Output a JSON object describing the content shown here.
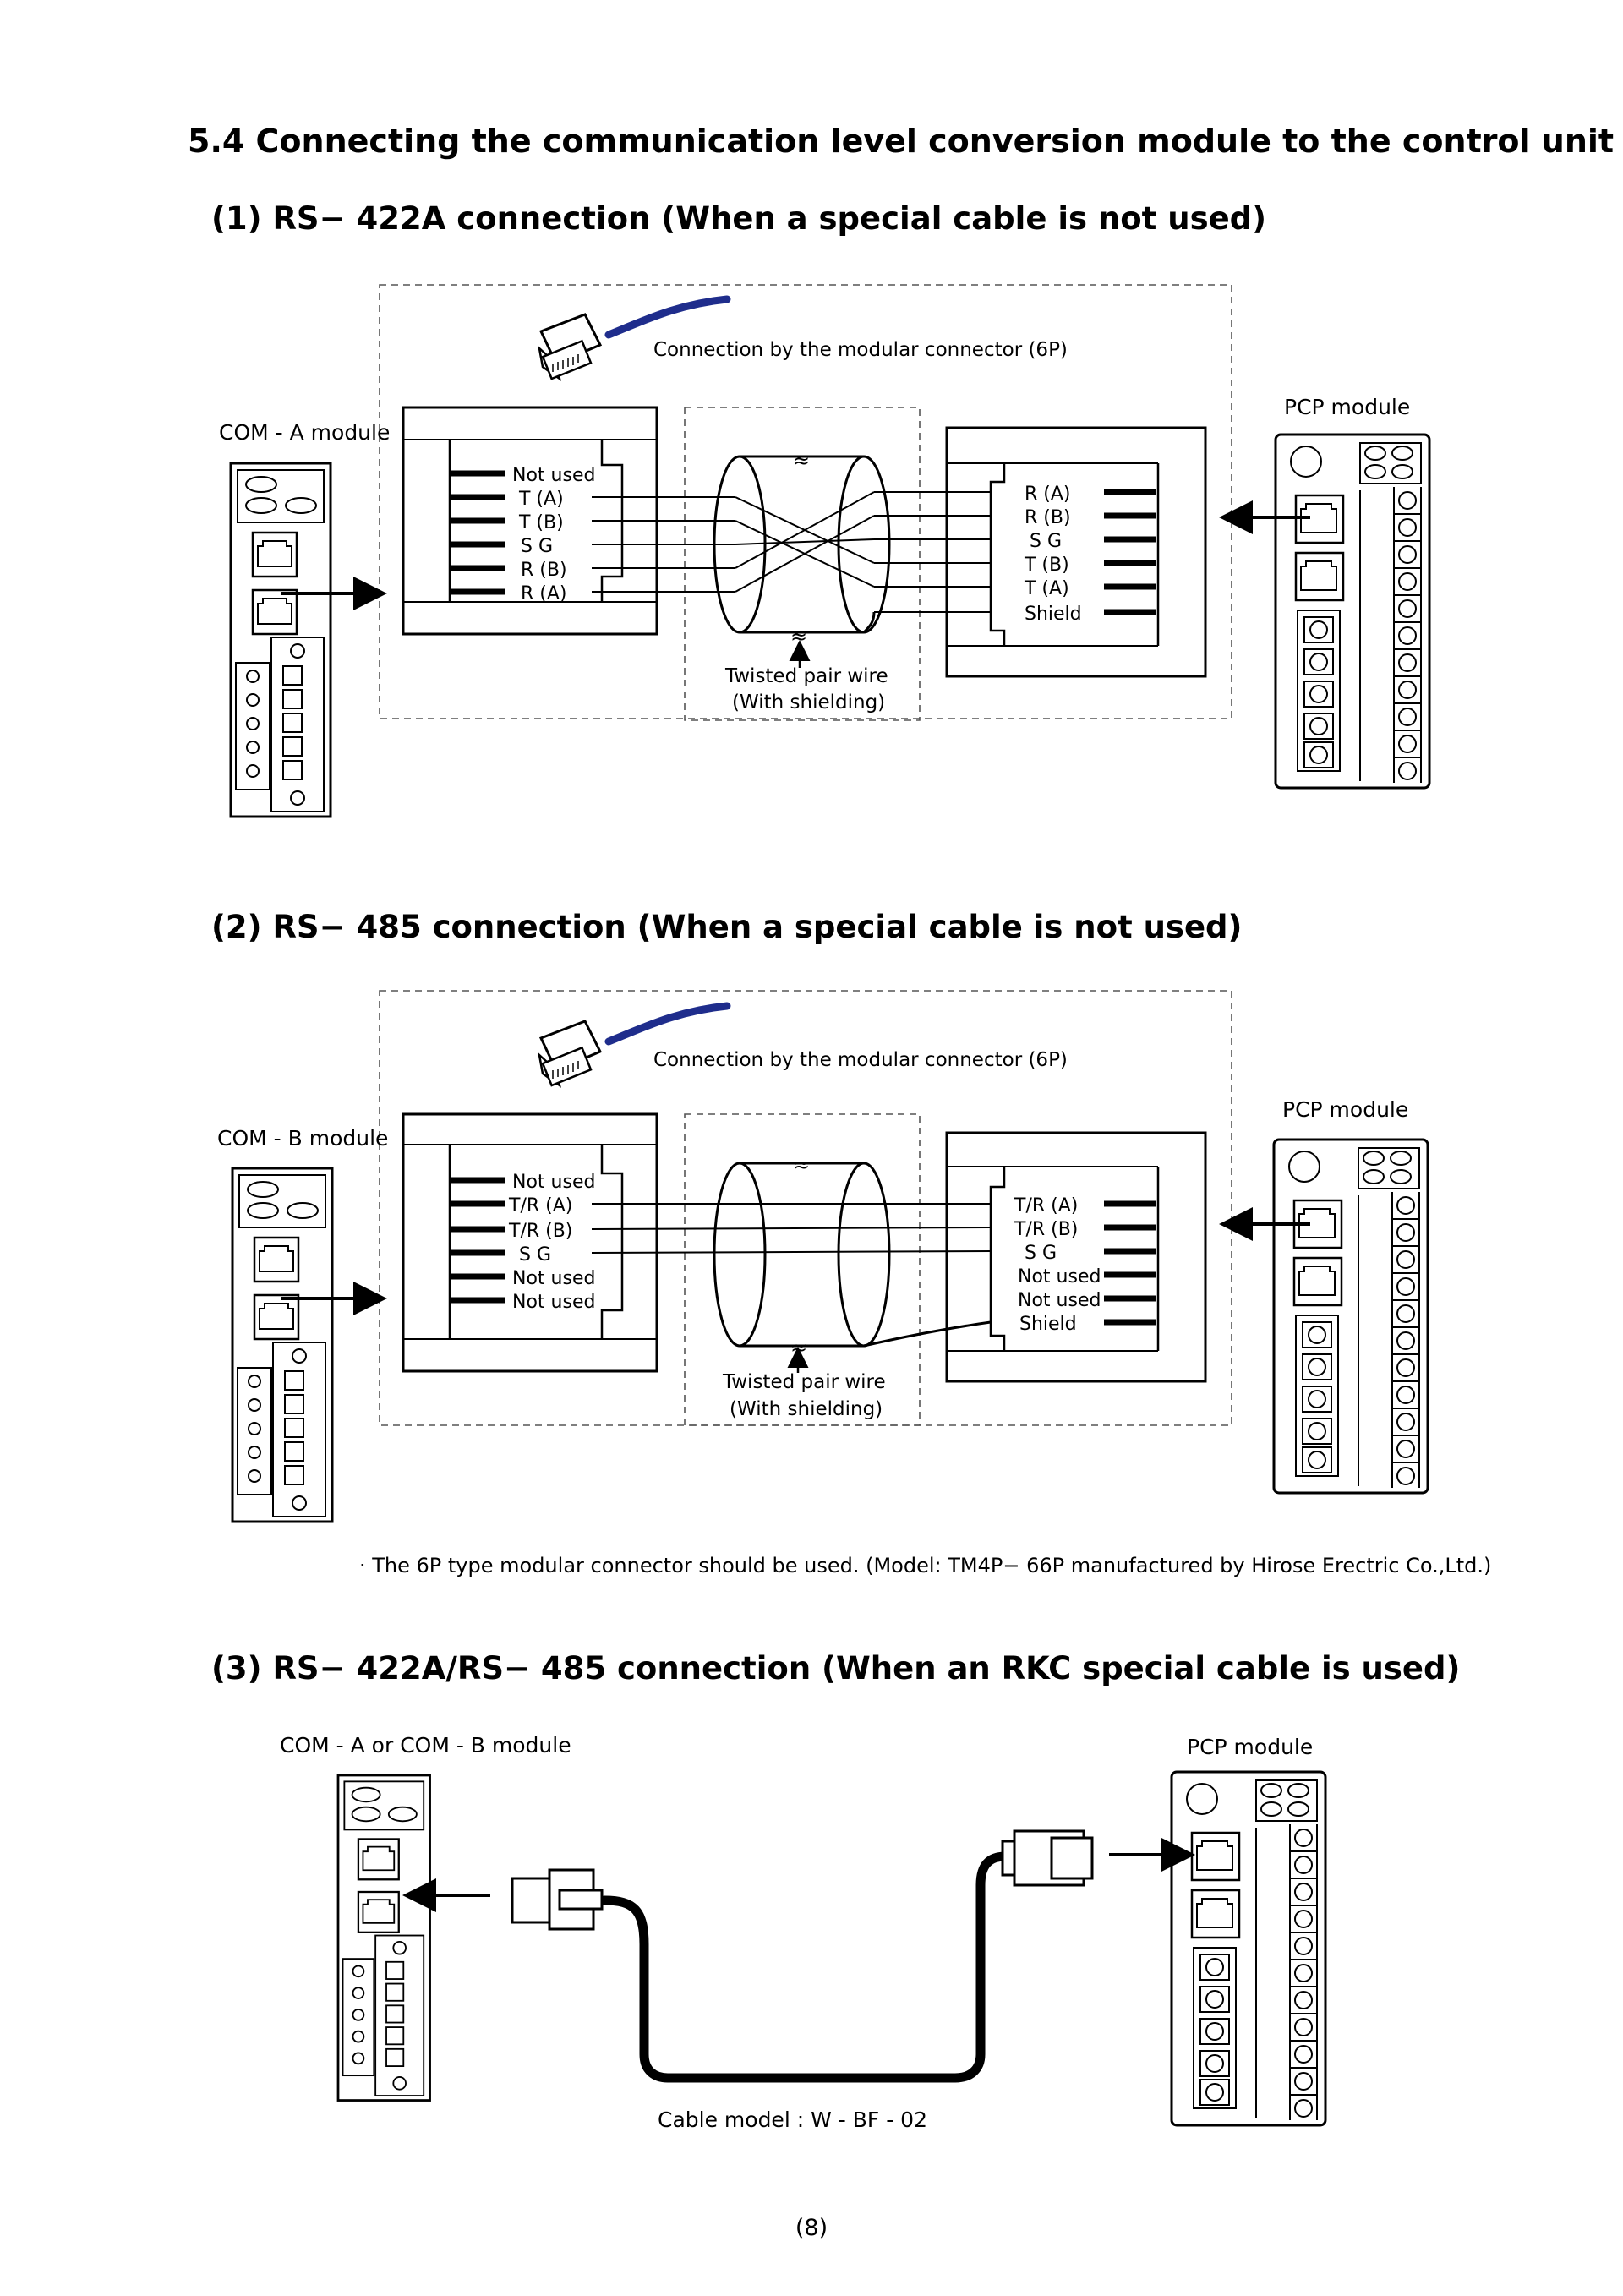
{
  "page": {
    "section_title": "5.4 Connecting the communication level conversion module to the control unit",
    "page_number": "(8)"
  },
  "section1": {
    "title": "(1) RS− 422A connection (When a special cable is not used)",
    "connector_label": "Connection by the modular connector (6P)",
    "left_module": "COM - A module",
    "right_module": "PCP module",
    "left_pins": [
      "Not used",
      "T (A)",
      "T (B)",
      "S G",
      "R (B)",
      "R (A)"
    ],
    "right_pins": [
      "R (A)",
      "R (B)",
      "S G",
      "T (B)",
      "T (A)",
      "Shield"
    ],
    "wire_label_1": "Twisted pair wire",
    "wire_label_2": "(With shielding)"
  },
  "section2": {
    "title": "(2) RS− 485 connection (When a special cable is not used)",
    "connector_label": "Connection by the modular connector (6P)",
    "left_module": "COM - B module",
    "right_module": "PCP module",
    "left_pins": [
      "Not used",
      "T/R (A)",
      "T/R (B)",
      "S G",
      "Not used",
      "Not used"
    ],
    "right_pins": [
      "T/R (A)",
      "T/R (B)",
      "S G",
      "Not used",
      "Not used",
      "Shield"
    ],
    "wire_label_1": "Twisted pair wire",
    "wire_label_2": "(With shielding)",
    "note": "· The 6P type modular connector should be used. (Model: TM4P− 66P manufactured by Hirose Erectric Co.,Ltd.)"
  },
  "section3": {
    "title": "(3) RS− 422A/RS− 485 connection (When an RKC special cable is used)",
    "left_module": "COM - A or COM - B module",
    "right_module": "PCP module",
    "cable_model": "Cable model : W - BF - 02"
  },
  "colors": {
    "cable_accent": "#1f2d8c",
    "line": "#000000"
  }
}
